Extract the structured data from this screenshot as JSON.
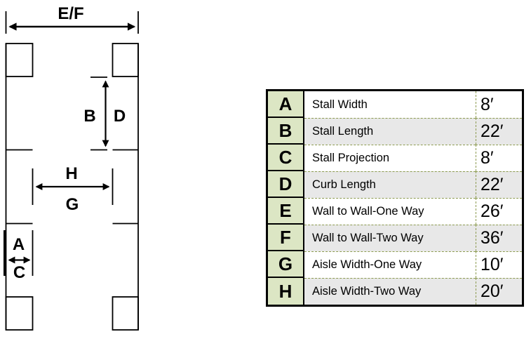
{
  "diagram": {
    "labels": {
      "wall_to_wall": "E/F",
      "stall_length": "B",
      "curb_length": "D",
      "aisle_two_way": "H",
      "aisle_one_way": "G",
      "stall_width": "A",
      "stall_projection": "C"
    }
  },
  "table": {
    "rows": [
      {
        "key": "A",
        "label": "Stall Width",
        "value": "8′"
      },
      {
        "key": "B",
        "label": "Stall Length",
        "value": "22′"
      },
      {
        "key": "C",
        "label": "Stall Projection",
        "value": "8′"
      },
      {
        "key": "D",
        "label": "Curb Length",
        "value": "22′"
      },
      {
        "key": "E",
        "label": "Wall to Wall-One Way",
        "value": "26′"
      },
      {
        "key": "F",
        "label": "Wall to Wall-Two Way",
        "value": "36′"
      },
      {
        "key": "G",
        "label": "Aisle Width-One Way",
        "value": "10′"
      },
      {
        "key": "H",
        "label": "Aisle Width-Two Way",
        "value": "20′"
      }
    ]
  },
  "colors": {
    "letter_cell_bg": "#dce6c4",
    "alt_row_bg": "#e8e8e8",
    "dashed_grid": "#8c9a50",
    "line": "#000000",
    "background": "#ffffff"
  }
}
